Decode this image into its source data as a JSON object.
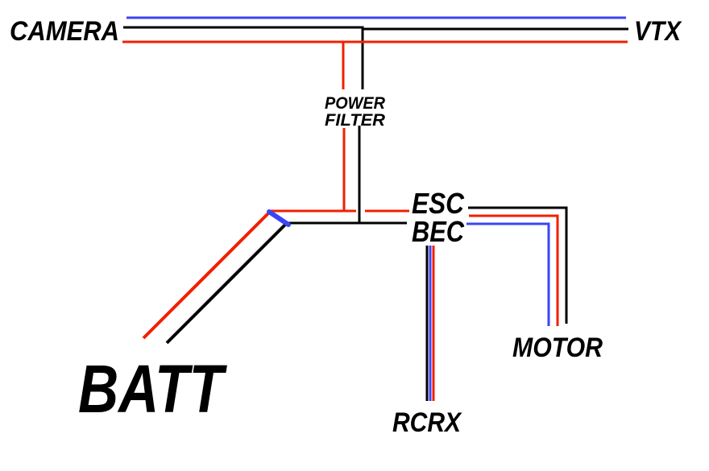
{
  "labels": {
    "camera": "CAMERA",
    "vtx": "VTX",
    "power_filter_line1": "POWER",
    "power_filter_line2": "FILTER",
    "esc": "ESC",
    "bec": "BEC",
    "motor": "MOTOR",
    "battery": "BATT",
    "receiver": "RCRX"
  },
  "colors": {
    "ground": "#000000",
    "positive": "#f02000",
    "signal": "#3a44f5"
  }
}
